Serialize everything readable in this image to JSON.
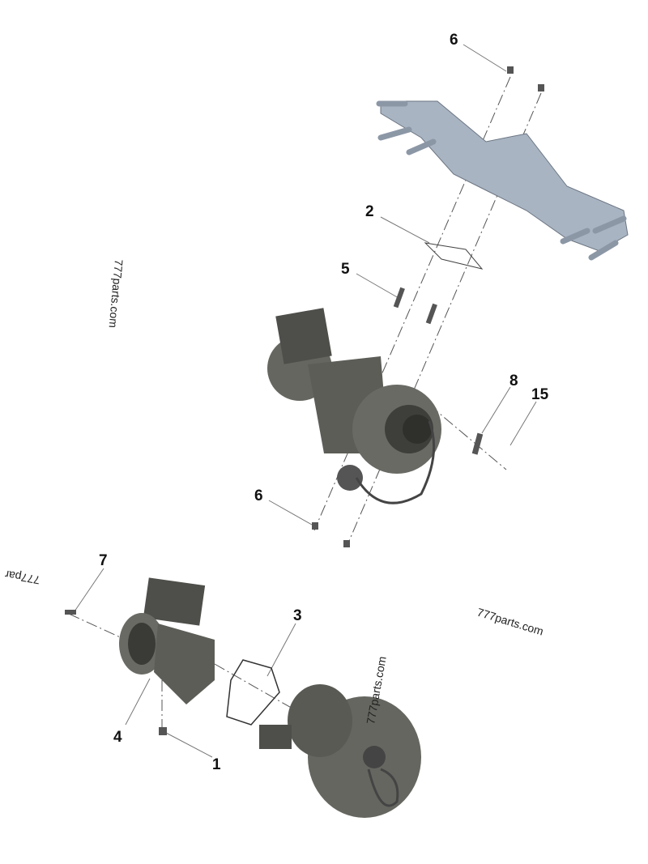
{
  "callouts": [
    {
      "id": "6a",
      "label": "6"
    },
    {
      "id": "2",
      "label": "2"
    },
    {
      "id": "5",
      "label": "5"
    },
    {
      "id": "8",
      "label": "8"
    },
    {
      "id": "15",
      "label": "15"
    },
    {
      "id": "6b",
      "label": "6"
    },
    {
      "id": "7",
      "label": "7"
    },
    {
      "id": "3",
      "label": "3"
    },
    {
      "id": "4",
      "label": "4"
    },
    {
      "id": "1",
      "label": "1"
    }
  ],
  "watermarks": [
    "777parts.com",
    "777par",
    "777parts.com",
    "777parts.com"
  ],
  "colors": {
    "manifold": "#a9b4c2",
    "turbo": "#5d5d58",
    "line": "#777777"
  }
}
